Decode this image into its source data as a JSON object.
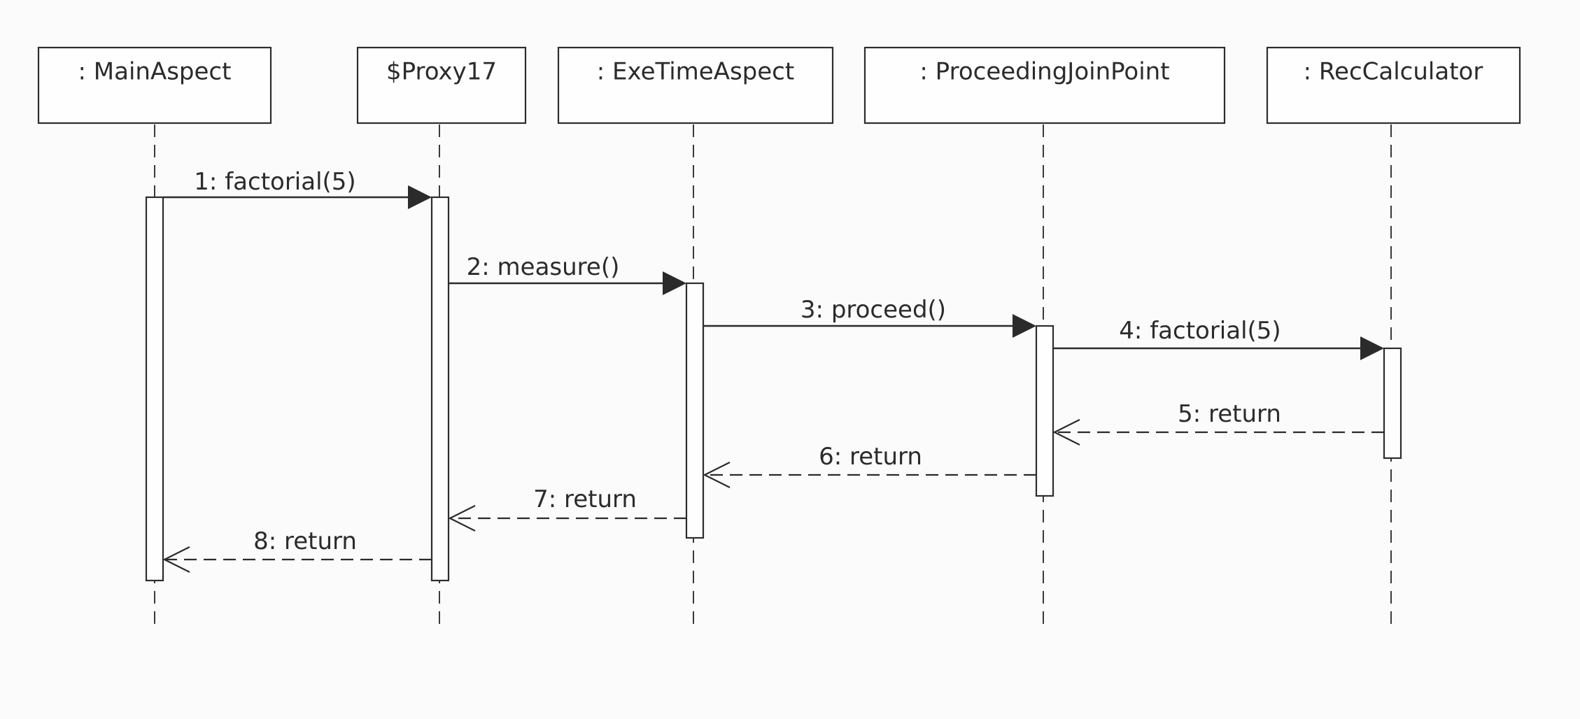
{
  "diagram": {
    "type": "sequence",
    "participants": [
      {
        "id": "main",
        "label": ": MainAspect"
      },
      {
        "id": "proxy",
        "label": "$Proxy17"
      },
      {
        "id": "exe",
        "label": ": ExeTimeAspect"
      },
      {
        "id": "pjp",
        "label": ": ProceedingJoinPoint"
      },
      {
        "id": "rec",
        "label": ": RecCalculator"
      }
    ],
    "messages": [
      {
        "label": "1: factorial(5)",
        "from": "main",
        "to": "proxy",
        "kind": "call"
      },
      {
        "label": "2: measure()",
        "from": "proxy",
        "to": "exe",
        "kind": "call"
      },
      {
        "label": "3: proceed()",
        "from": "exe",
        "to": "pjp",
        "kind": "call"
      },
      {
        "label": "4: factorial(5)",
        "from": "pjp",
        "to": "rec",
        "kind": "call"
      },
      {
        "label": "5: return",
        "from": "rec",
        "to": "pjp",
        "kind": "return"
      },
      {
        "label": "6: return",
        "from": "pjp",
        "to": "exe",
        "kind": "return"
      },
      {
        "label": "7: return",
        "from": "exe",
        "to": "proxy",
        "kind": "return"
      },
      {
        "label": "8: return",
        "from": "proxy",
        "to": "main",
        "kind": "return"
      }
    ]
  }
}
